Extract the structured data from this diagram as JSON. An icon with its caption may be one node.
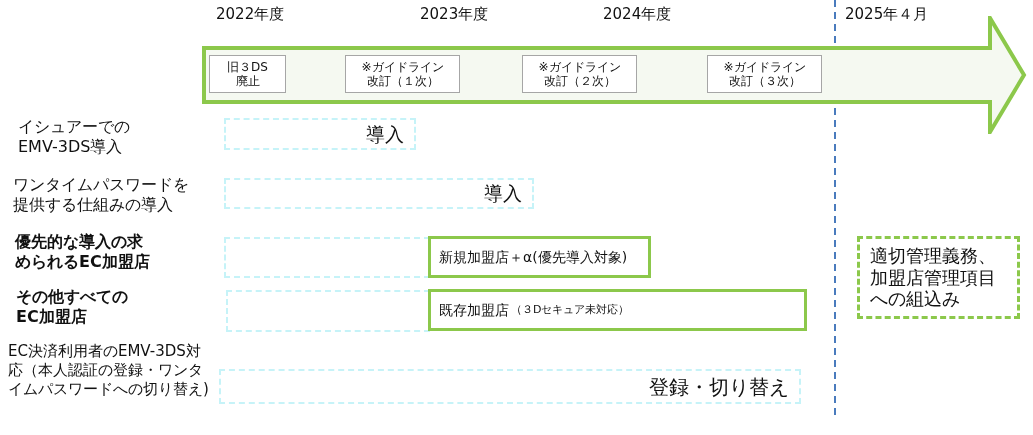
{
  "diagram": {
    "nodes": [
      {
        "text": [],
        "shape": "arrow"
      },
      {
        "text": [
          "旧３DS廃止"
        ],
        "in": 0
      },
      {
        "text": [
          "※ガイドライン改訂（１次）"
        ],
        "in": 0
      },
      {
        "text": [
          "※ガイドライン改訂（２次）"
        ],
        "in": 0
      },
      {
        "text": [
          "※ガイドライン改訂（３次）"
        ],
        "in": 0
      },
      {
        "text": [
          "導入"
        ]
      },
      {
        "text": [
          "導入"
        ]
      },
      {
        "text": [],
        "shape": "box"
      },
      {
        "text": [
          "新規加盟店＋α(優先導入対象)"
        ]
      },
      {
        "text": [],
        "shape": "box"
      },
      {
        "text": [
          "既存加盟店",
          "（３Dセキュア未対応）"
        ]
      },
      {
        "text": [
          "登録・切り替え"
        ]
      },
      {
        "text": [
          "適切管理義務、加盟店管理項目への組込み"
        ]
      }
    ],
    "edges": [],
    "labels": [
      "2022年度",
      "2023年度",
      "2024年度",
      "2025年４月",
      "イシュアーでのEMV-3DS導入",
      "ワンタイムパスワードを提供する仕組みの導入",
      "優先的な導入の求められるEC加盟店",
      "その他すべてのEC加盟店",
      "EC決済利用者のEMV-3DS対応（本人認証の登録・ワンタイムパスワードへの切り替え)"
    ]
  }
}
